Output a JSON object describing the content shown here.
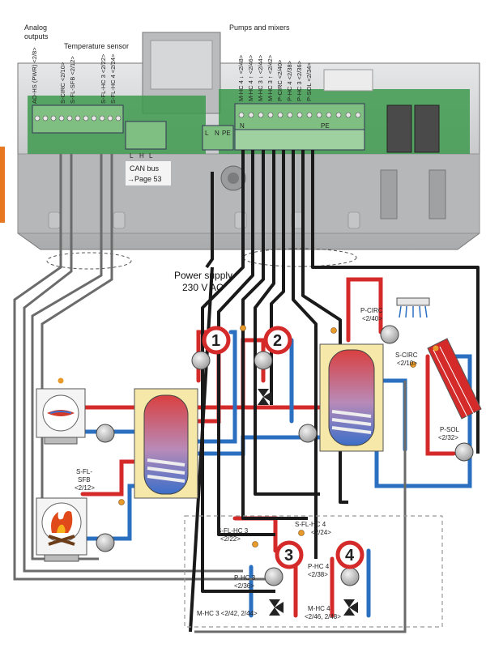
{
  "title_labels": {
    "analog_outputs_line1": "Analog",
    "analog_outputs_line2": "outputs",
    "temperature_sensor": "Temperature sensor",
    "pumps_and_mixers": "Pumps and mixers"
  },
  "analog_terminal": "AO-HS (PWR) <2/8>",
  "sensor_terminals": [
    "S-CIRC <2/10>",
    "S-FL-SFB <2/12>",
    "S-FL-HC 3 <2/22>",
    "S-FL-HC 4 <2/24>"
  ],
  "pump_terminals": [
    "M-HC 4 ↓ <2/48>",
    "M-HC 4 ↑ <2/46>",
    "M-HC 3 ↓ <2/44>",
    "M-HC 3 ↑ <2/42>",
    "P-CIRC <2/40>",
    "P-HC 4 <2/38>",
    "P-HC 3 <2/36>",
    "P-SOL <2/34>"
  ],
  "terminal_letters": {
    "mains": [
      "L",
      "N",
      "PE"
    ],
    "can": [
      "L",
      "H",
      "L"
    ],
    "outputs": [
      "N",
      "PE"
    ]
  },
  "can_bus": {
    "line1": "CAN bus",
    "line2": "→Page 53"
  },
  "power_supply": {
    "line1": "Power supply",
    "line2": "230 V AC"
  },
  "circuits": [
    "1",
    "2",
    "3",
    "4"
  ],
  "component_labels": {
    "p_circ": [
      "P-CIRC",
      "<2/40>"
    ],
    "s_circ": [
      "S-CIRC",
      "<2/10>"
    ],
    "p_sol": [
      "P-SOL",
      "<2/32>"
    ],
    "s_fl_sfb": [
      "S-FL-",
      "SFB",
      "<2/12>"
    ],
    "s_fl_hc4": [
      "S-FL-HC 4",
      "<2/24>"
    ],
    "s_fl_hc3": [
      "S-FL-HC 3",
      "<2/22>"
    ],
    "p_hc4": [
      "P-HC 4",
      "<2/38>"
    ],
    "p_hc3": [
      "P-HC 3",
      "<2/36>"
    ],
    "m_hc3": "M-HC 3 <2/42, 2/44>",
    "m_hc4": [
      "M-HC 4",
      "<2/46, 2/48>"
    ]
  },
  "colors": {
    "red_pipe": "#d42a2a",
    "blue_pipe": "#2a6fc0",
    "cable": "#1a1a1a",
    "grey_cable": "#6b6b6b",
    "orange_bar": "#e87722",
    "housing": "#c9cbcd",
    "pcb": "#3e9a4e",
    "tank_frame": "#f5e8a8"
  }
}
